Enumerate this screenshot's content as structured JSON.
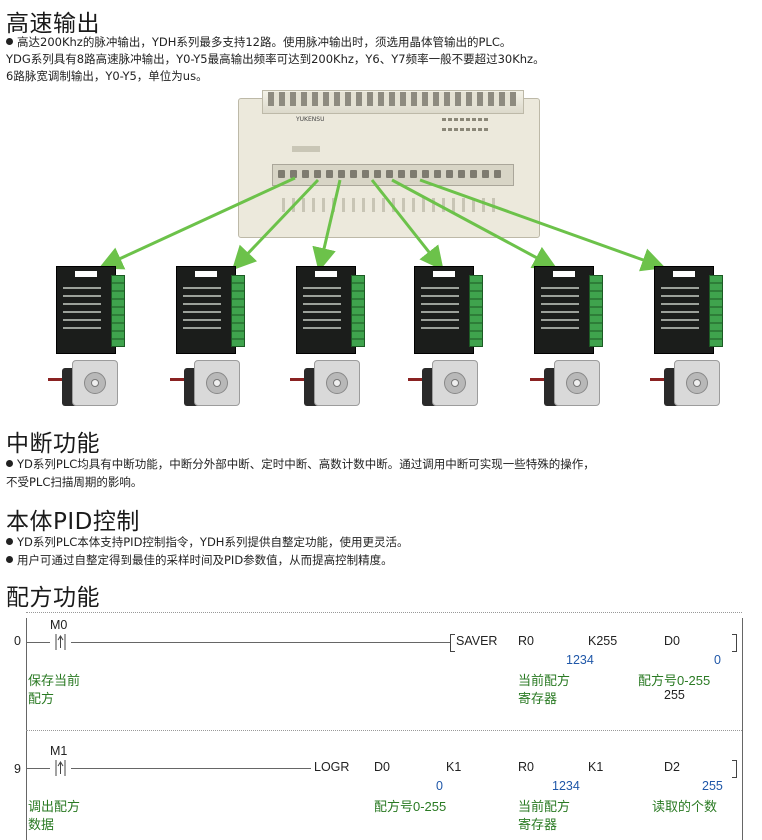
{
  "sec1": {
    "title": "高速输出",
    "lines": [
      "高达200Khz的脉冲输出，YDH系列最多支持12路。使用脉冲输出时，须选用晶体管输出的PLC。",
      "YDG系列具有8路高速脉冲输出，Y0-Y5最高输出频率可达到200Khz，Y6、Y7频率一般不要超过30Khz。",
      "6路脉宽调制输出，Y0-Y5，单位为us。"
    ],
    "plc_brand": "YUKENSU"
  },
  "sec2": {
    "title": "中断功能",
    "lines": [
      "YD系列PLC均具有中断功能，中断分外部中断、定时中断、高数计数中断。通过调用中断可实现一些特殊的操作，",
      "不受PLC扫描周期的影响。"
    ]
  },
  "sec3": {
    "title": "本体PID控制",
    "lines": [
      "YD系列PLC本体支持PID控制指令，YDH系列提供自整定功能，使用更灵活。",
      "用户可通过自整定得到最佳的采样时间及PID参数值，从而提高控制精度。"
    ]
  },
  "sec4": {
    "title": "配方功能",
    "rung1": {
      "step": "0",
      "contact": "M0",
      "instr": "SAVER",
      "op1": "R0",
      "op2": "K255",
      "op3": "D0",
      "val1": "1234",
      "val3": "0",
      "cmt_left": [
        "保存当前",
        "配方"
      ],
      "cmt_op1": [
        "当前配方",
        "寄存器"
      ],
      "cmt_op3": "配方号0-255",
      "cmt_op3_val": "255"
    },
    "rung2": {
      "step": "9",
      "contact": "M1",
      "instr": "LOGR",
      "op1": "D0",
      "op2": "K1",
      "op3": "R0",
      "op4": "K1",
      "op5": "D2",
      "val2": "0",
      "val3": "1234",
      "val5": "255",
      "cmt_left": [
        "调出配方",
        "数据"
      ],
      "cmt_op1": "配方号0-255",
      "cmt_op3": [
        "当前配方",
        "寄存器"
      ],
      "cmt_op5": "读取的个数"
    }
  },
  "colors": {
    "arrow": "#6cc24a",
    "value_blue": "#1f57a8",
    "comment_green": "#2a7a23"
  }
}
